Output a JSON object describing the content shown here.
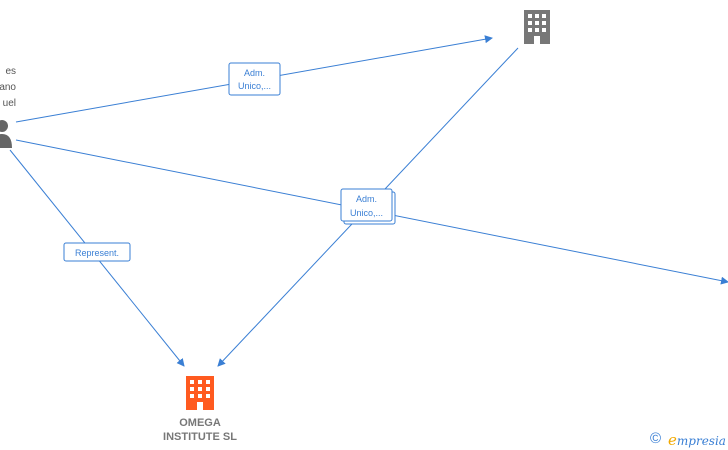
{
  "nodes": {
    "person": {
      "name_lines": [
        "es",
        "ano",
        "uel"
      ],
      "icon": "person-icon",
      "color": "#666666"
    },
    "company_top": {
      "icon": "building-icon",
      "color": "#777777"
    },
    "company_main": {
      "name_lines": [
        "OMEGA",
        "INSTITUTE  SL"
      ],
      "icon": "building-icon",
      "color": "#ff5a1f"
    }
  },
  "edges": [
    {
      "label_lines": [
        "Adm.",
        "Unico,..."
      ]
    },
    {
      "label_lines": [
        "Adm.",
        "Unico,..."
      ]
    },
    {
      "label_lines": [
        "Represent."
      ]
    }
  ],
  "watermark": {
    "copyright_symbol": "©",
    "brand_initial": "e",
    "brand_rest": "mpresia"
  },
  "colors": {
    "edge": "#3a7fd4",
    "main_company": "#ff5a1f",
    "secondary_node": "#777777"
  }
}
